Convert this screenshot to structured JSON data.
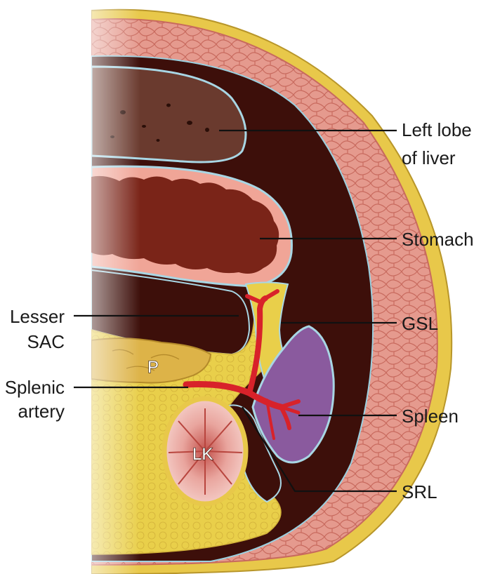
{
  "labels": {
    "left_lobe_line1": "Left lobe",
    "left_lobe_line2": "of liver",
    "stomach": "Stomach",
    "gsl": "GSL",
    "spleen": "Spleen",
    "srl": "SRL",
    "lesser_line1": "Lesser",
    "lesser_line2": "SAC",
    "splenic_line1": "Splenic",
    "splenic_line2": "artery",
    "pancreas": "P",
    "kidney": "LK"
  },
  "colors": {
    "skin": "#e8c84a",
    "muscle": "#e59a8e",
    "cavity": "#3d0f0a",
    "liver": "#6a3a2e",
    "stomach_wall": "#f0a597",
    "stomach_lumen": "#7a2418",
    "fat": "#e9cf4a",
    "spleen": "#8a5a9e",
    "artery": "#d8222a",
    "kidney": "#f2c6c0"
  }
}
